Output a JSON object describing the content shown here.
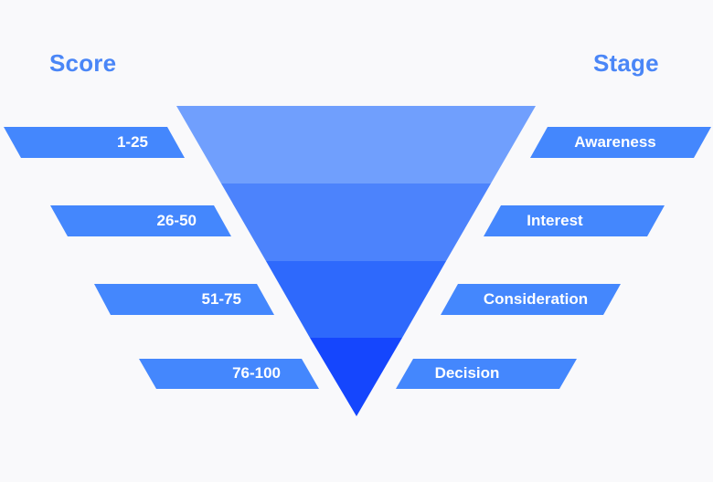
{
  "headings": {
    "left": "Score",
    "right": "Stage"
  },
  "colors": {
    "background": "#f9f9fb",
    "heading": "#4a86f7",
    "bar": "#4487fd",
    "bands": [
      "#709ffd",
      "#4c83fc",
      "#2e69fc",
      "#1546fd"
    ]
  },
  "funnel": {
    "levels": [
      {
        "score": "1-25",
        "stage": "Awareness"
      },
      {
        "score": "26-50",
        "stage": "Interest"
      },
      {
        "score": "51-75",
        "stage": "Consideration"
      },
      {
        "score": "76-100",
        "stage": "Decision"
      }
    ]
  }
}
